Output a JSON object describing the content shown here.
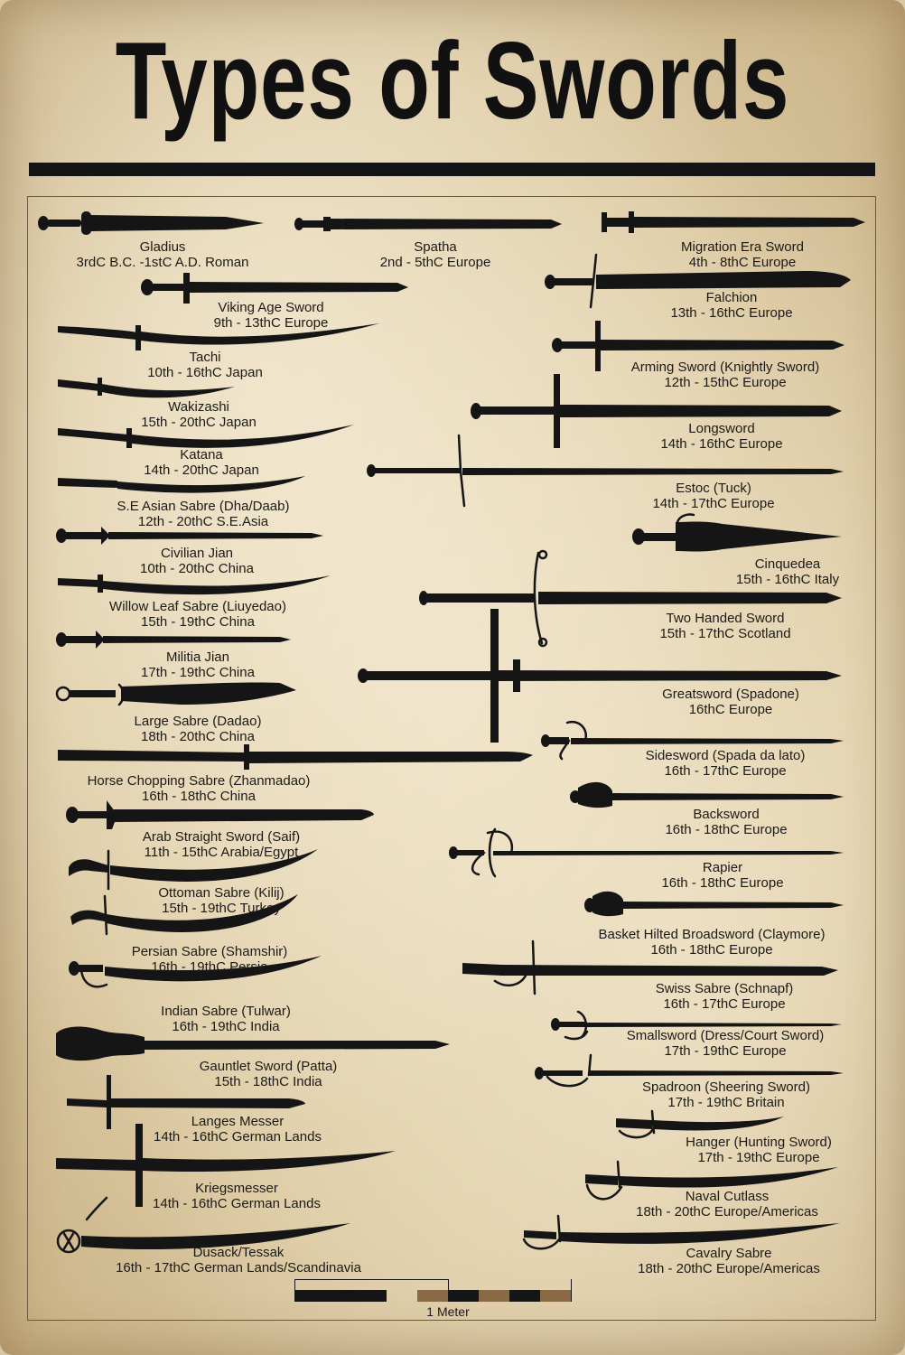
{
  "title": "Types of Swords",
  "scale_label": "1 Meter",
  "colors": {
    "background": "#dcc9a2",
    "ink": "#151515"
  },
  "swords": [
    {
      "name": "Gladius",
      "period": "3rdC B.C. -1stC A.D. Roman"
    },
    {
      "name": "Spatha",
      "period": "2nd - 5thC Europe"
    },
    {
      "name": "Migration Era Sword",
      "period": "4th - 8thC Europe"
    },
    {
      "name": "Viking Age Sword",
      "period": "9th - 13thC Europe"
    },
    {
      "name": "Falchion",
      "period": "13th - 16thC Europe"
    },
    {
      "name": "Tachi",
      "period": "10th - 16thC Japan"
    },
    {
      "name": "Arming Sword (Knightly Sword)",
      "period": "12th - 15thC Europe"
    },
    {
      "name": "Wakizashi",
      "period": "15th - 20thC Japan"
    },
    {
      "name": "Longsword",
      "period": "14th - 16thC Europe"
    },
    {
      "name": "Katana",
      "period": "14th - 20thC Japan"
    },
    {
      "name": "Estoc (Tuck)",
      "period": "14th - 17thC Europe"
    },
    {
      "name": "S.E Asian Sabre (Dha/Daab)",
      "period": "12th - 20thC S.E.Asia"
    },
    {
      "name": "Civilian Jian",
      "period": "10th - 20thC China"
    },
    {
      "name": "Cinquedea",
      "period": "15th - 16thC Italy"
    },
    {
      "name": "Willow Leaf Sabre (Liuyedao)",
      "period": "15th - 19thC China"
    },
    {
      "name": "Two Handed Sword",
      "period": "15th - 17thC Scotland"
    },
    {
      "name": "Militia Jian",
      "period": "17th - 19thC China"
    },
    {
      "name": "Greatsword (Spadone)",
      "period": "16thC Europe"
    },
    {
      "name": "Large Sabre (Dadao)",
      "period": "18th - 20thC China"
    },
    {
      "name": "Sidesword (Spada da lato)",
      "period": "16th - 17thC Europe"
    },
    {
      "name": "Horse Chopping Sabre (Zhanmadao)",
      "period": "16th - 18thC China"
    },
    {
      "name": "Backsword",
      "period": "16th - 18thC Europe"
    },
    {
      "name": "Arab Straight Sword (Saif)",
      "period": "11th - 15thC Arabia/Egypt"
    },
    {
      "name": "Rapier",
      "period": "16th - 18thC Europe"
    },
    {
      "name": "Ottoman Sabre (Kilij)",
      "period": "15th - 19thC Turkey"
    },
    {
      "name": "Basket Hilted Broadsword (Claymore)",
      "period": "16th - 18thC Europe"
    },
    {
      "name": "Persian Sabre (Shamshir)",
      "period": "16th - 19thC Persia"
    },
    {
      "name": "Swiss Sabre (Schnapf)",
      "period": "16th - 17thC Europe"
    },
    {
      "name": "Indian Sabre (Tulwar)",
      "period": "16th - 19thC India"
    },
    {
      "name": "Smallsword (Dress/Court Sword)",
      "period": "17th - 19thC Europe"
    },
    {
      "name": "Gauntlet Sword (Patta)",
      "period": "15th - 18thC India"
    },
    {
      "name": "Spadroon (Sheering Sword)",
      "period": "17th - 19thC Britain"
    },
    {
      "name": "Langes Messer",
      "period": "14th - 16thC German Lands"
    },
    {
      "name": "Hanger (Hunting Sword)",
      "period": "17th - 19thC Europe"
    },
    {
      "name": "Kriegsmesser",
      "period": "14th - 16thC German Lands"
    },
    {
      "name": "Naval Cutlass",
      "period": "18th - 20thC Europe/Americas"
    },
    {
      "name": "Dusack/Tessak",
      "period": "16th - 17thC German Lands/Scandinavia"
    },
    {
      "name": "Cavalry Sabre",
      "period": "18th - 20thC Europe/Americas"
    }
  ]
}
